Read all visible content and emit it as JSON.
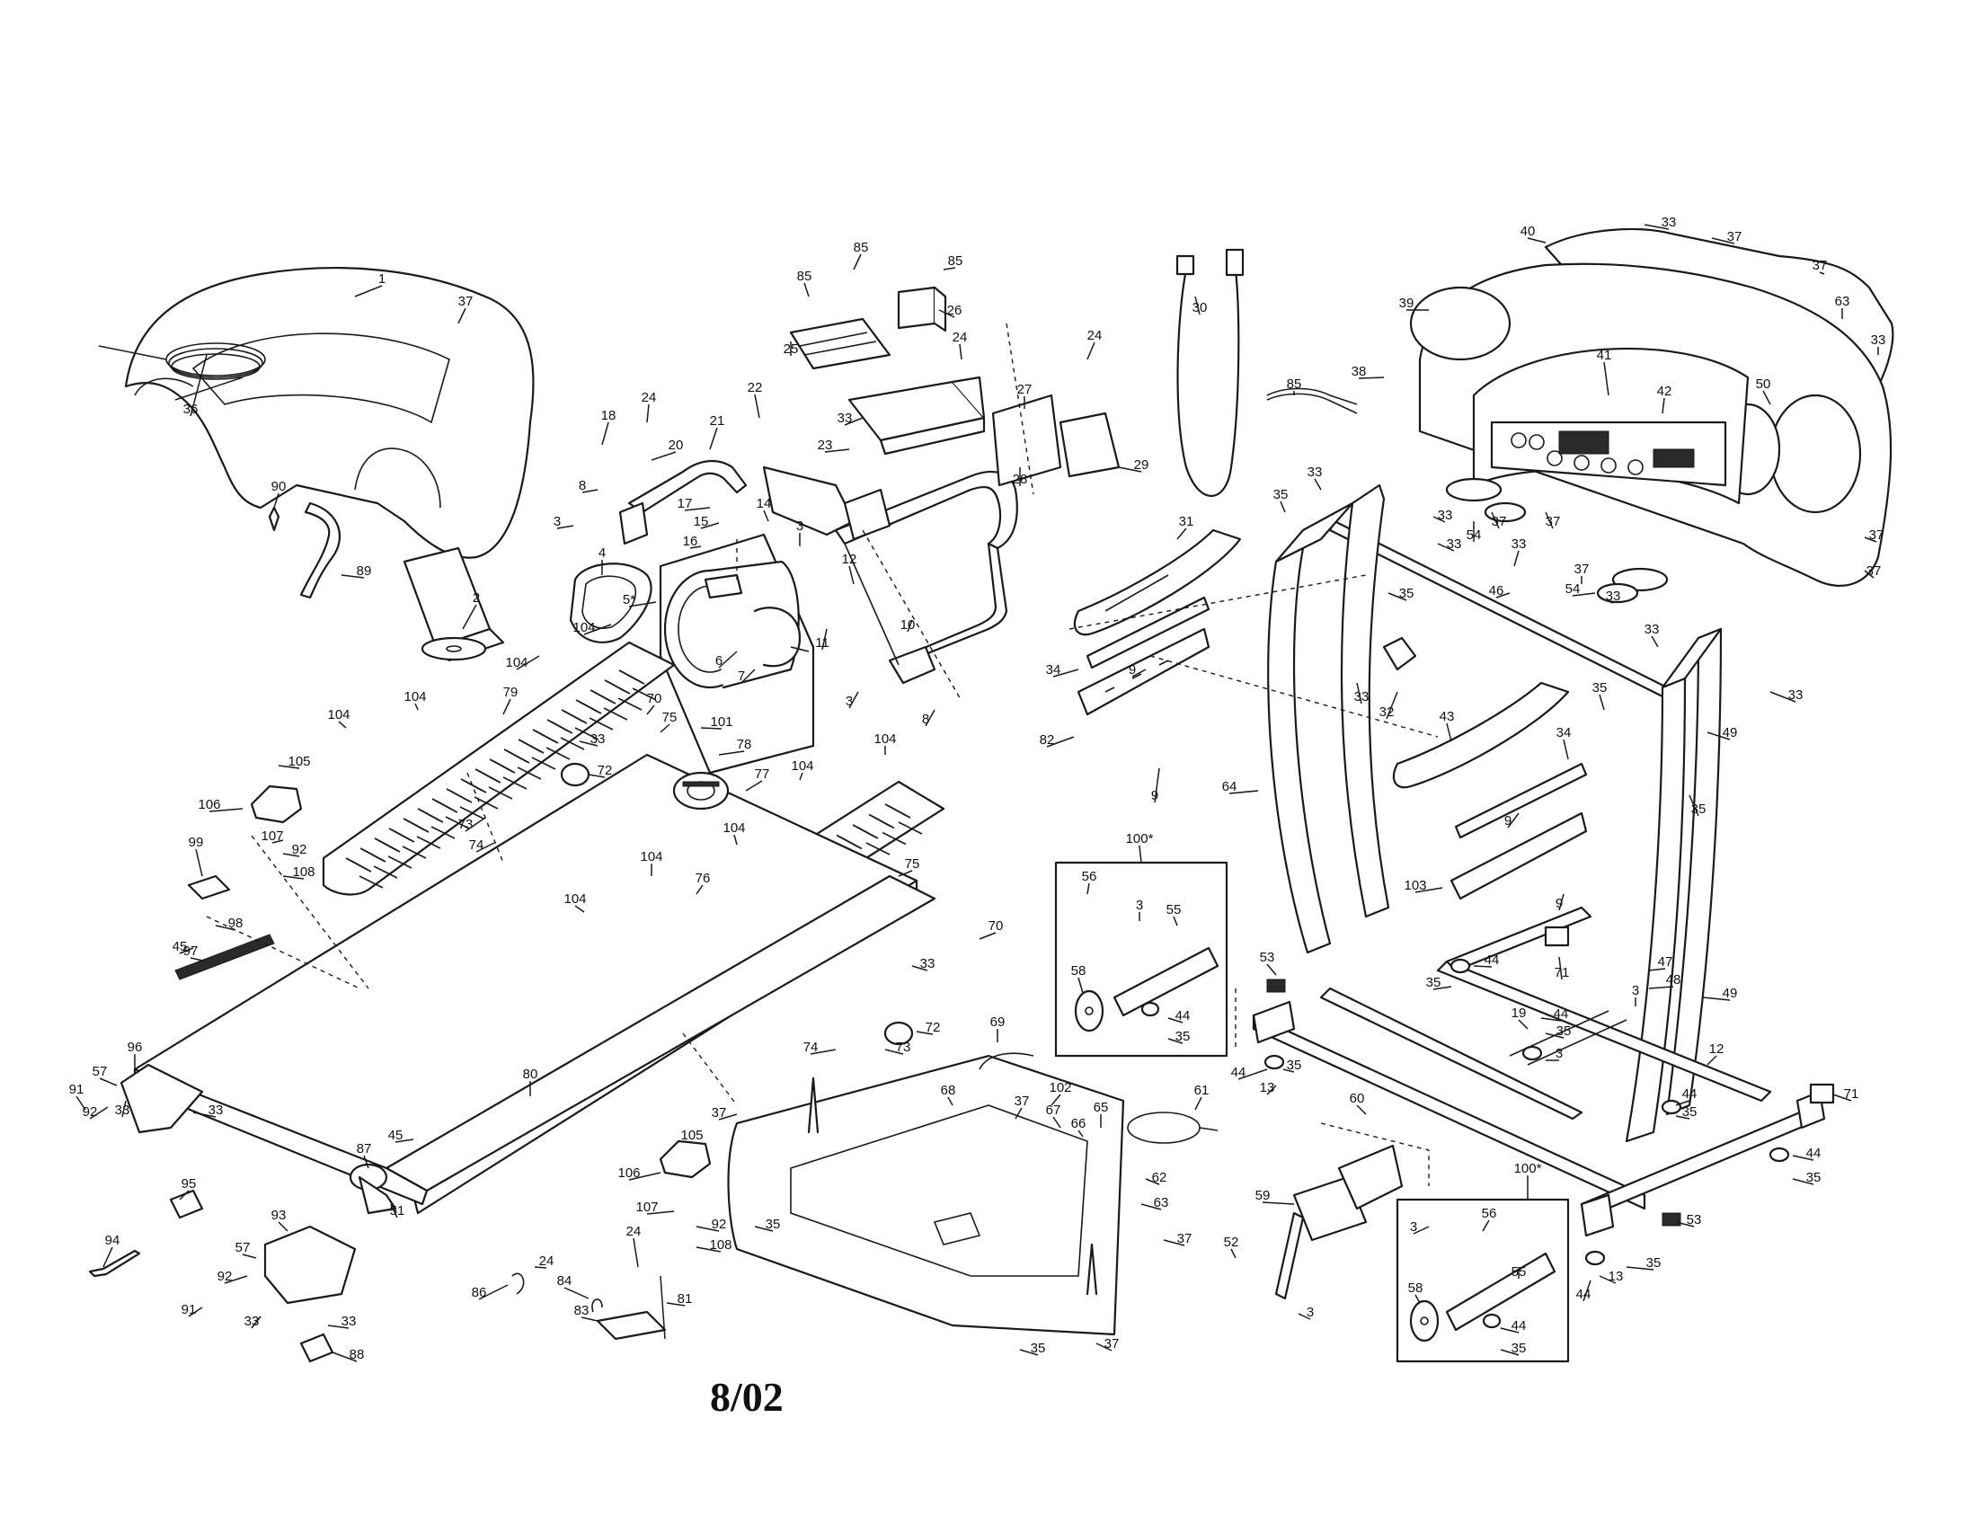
{
  "date_code": "8/02",
  "callouts": {
    "c1": "1",
    "c2": "2",
    "c3": "3",
    "c4": "4",
    "c5": "5*",
    "c6": "6",
    "c7": "7",
    "c8": "8",
    "c9": "9",
    "c10": "10",
    "c11": "11",
    "c12": "12",
    "c13": "13",
    "c14": "14",
    "c15": "15",
    "c16": "16",
    "c17": "17",
    "c18": "18",
    "c19": "19",
    "c20": "20",
    "c21": "21",
    "c22": "22",
    "c23": "23",
    "c24": "24",
    "c25": "25",
    "c26": "26",
    "c27": "27",
    "c28": "28",
    "c29": "29",
    "c30": "30",
    "c31": "31",
    "c32": "32",
    "c33": "33",
    "c34": "34",
    "c35": "35",
    "c36": "36",
    "c37": "37",
    "c38": "38",
    "c39": "39",
    "c40": "40",
    "c41": "41",
    "c42": "42",
    "c43": "43",
    "c44": "44",
    "c45": "45",
    "c46": "46",
    "c47": "47",
    "c48": "48",
    "c49": "49",
    "c50": "50",
    "c51": "51",
    "c52": "52",
    "c53": "53",
    "c54": "54",
    "c55": "55",
    "c56": "56",
    "c57": "57",
    "c58": "58",
    "c59": "59",
    "c60": "60",
    "c61": "61",
    "c62": "62",
    "c63": "63",
    "c64": "64",
    "c65": "65",
    "c66": "66",
    "c67": "67",
    "c68": "68",
    "c69": "69",
    "c70": "70",
    "c71": "71",
    "c72": "72",
    "c73": "73",
    "c74": "74",
    "c75": "75",
    "c76": "76",
    "c77": "77",
    "c78": "78",
    "c79": "79",
    "c80": "80",
    "c81": "81",
    "c82": "82",
    "c83": "83",
    "c84": "84",
    "c85": "85",
    "c86": "86",
    "c87": "87",
    "c88": "88",
    "c89": "89",
    "c90": "90",
    "c91": "91",
    "c92": "92",
    "c93": "93",
    "c94": "94",
    "c95": "95",
    "c96": "96",
    "c97": "97",
    "c98": "98",
    "c99": "99",
    "c100": "100*",
    "c101": "101",
    "c102": "102",
    "c103": "103",
    "c104": "104",
    "c105": "105",
    "c106": "106",
    "c107": "107",
    "c108": "108"
  }
}
